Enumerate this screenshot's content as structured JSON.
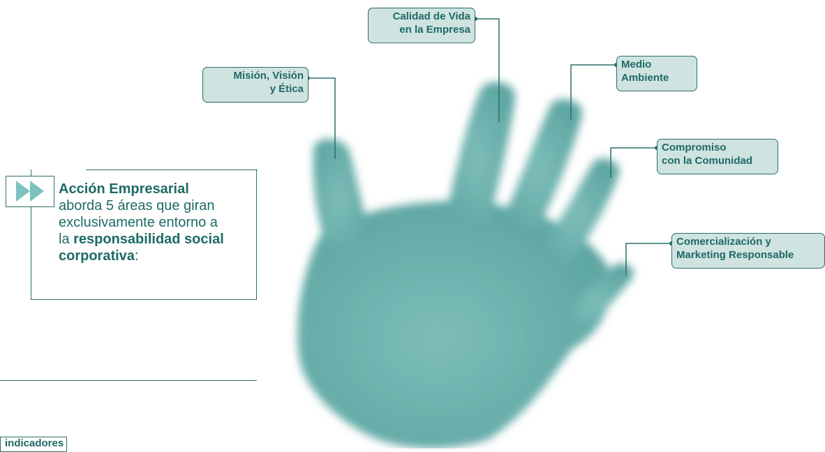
{
  "intro": {
    "title": "Acción Empresarial",
    "line1": "aborda 5 áreas que giran",
    "line2": "exclusivamente entorno a",
    "line3_prefix": "la ",
    "line3_bold": "responsabilidad social",
    "line4_bold": "corporativa",
    "line4_suffix": ":"
  },
  "areas": [
    {
      "line1": "Misión, Visión",
      "line2": "y Ética"
    },
    {
      "line1": "Calidad de Vida",
      "line2": "en la Empresa"
    },
    {
      "line1": "Medio",
      "line2": "Ambiente"
    },
    {
      "line1": "Compromiso",
      "line2": "con la Comunidad"
    },
    {
      "line1": "Comercialización y",
      "line2": "Marketing Responsable"
    }
  ],
  "footer_tag": "indicadores",
  "colors": {
    "accent": "#2a6e6a",
    "label_fill": "#cfe3e0",
    "hand": "#6fb3af",
    "icon_arrow": "#7cc3c0"
  },
  "icons": {
    "intro": "double-arrow-icon"
  }
}
